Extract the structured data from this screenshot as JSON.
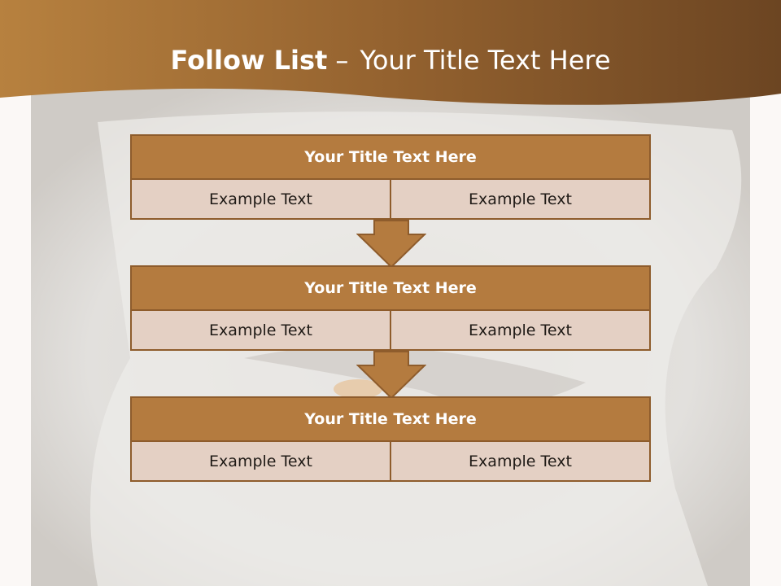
{
  "slide": {
    "title_bold": "Follow List",
    "title_separator": "–",
    "title_rest": "Your Title Text Here"
  },
  "colors": {
    "header_band": "#9a6632",
    "block_header": "#b47b3f",
    "block_cell": "#e4d0c4",
    "border": "#8e5c2c",
    "arrow": "#b47b3f"
  },
  "steps": [
    {
      "title": "Your Title Text Here",
      "left": "Example Text",
      "right": "Example Text"
    },
    {
      "title": "Your Title Text Here",
      "left": "Example Text",
      "right": "Example Text"
    },
    {
      "title": "Your Title Text Here",
      "left": "Example Text",
      "right": "Example Text"
    }
  ]
}
